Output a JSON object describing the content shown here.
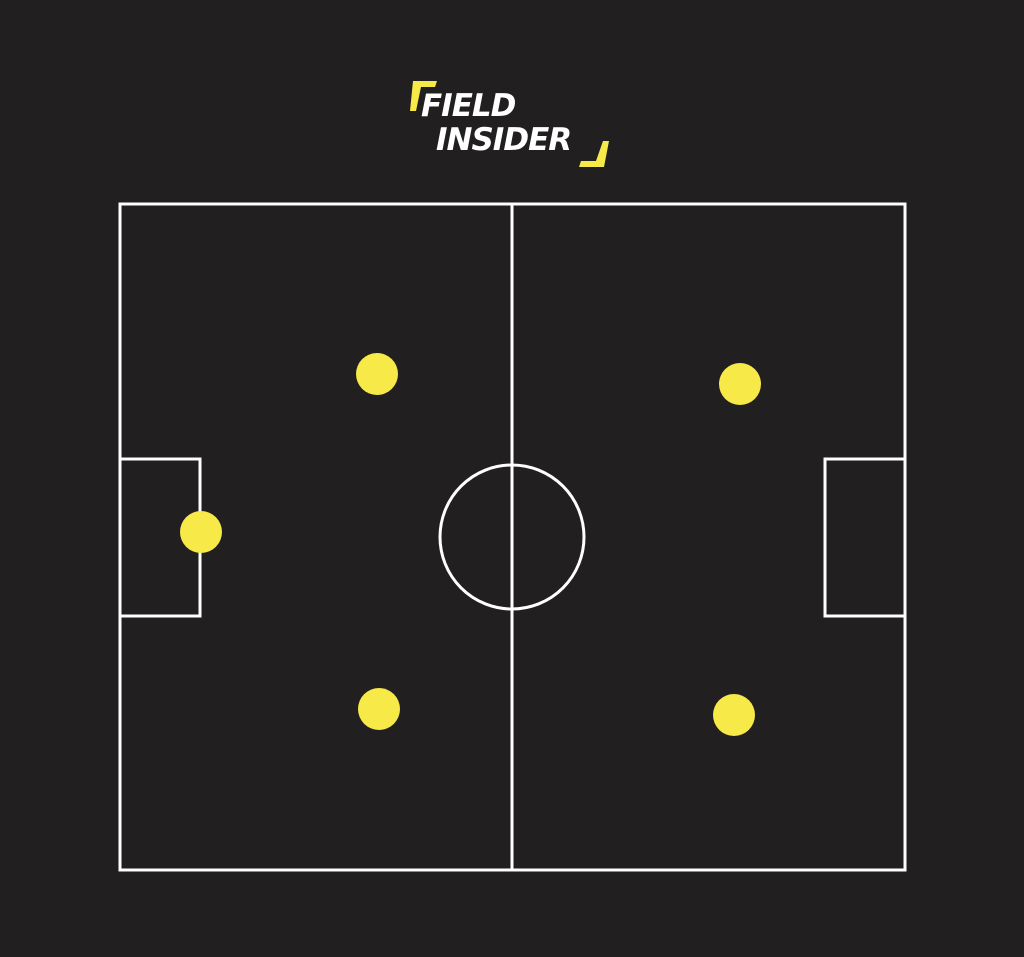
{
  "brand": {
    "line1": "FIELD",
    "line2": "INSIDER"
  },
  "colors": {
    "background": "#221f20",
    "lines": "#ffffff",
    "player": "#f7ea48",
    "accent": "#f7ea48"
  },
  "formation": {
    "player_count": 5
  }
}
